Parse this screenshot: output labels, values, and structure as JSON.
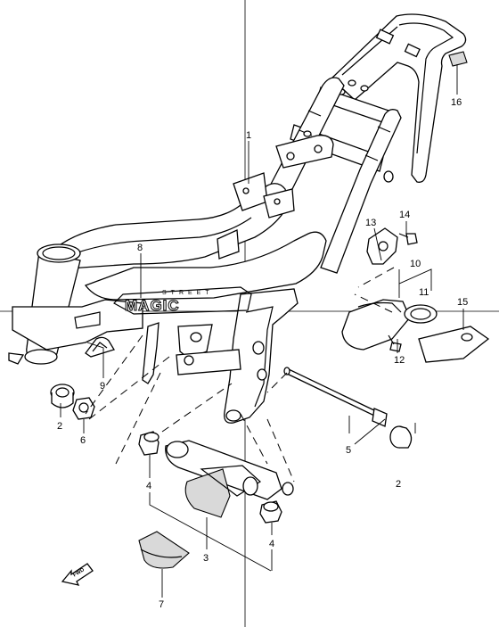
{
  "diagram": {
    "frame_text_small": "STREET",
    "frame_text_large": "MAGIC",
    "arrow_text": "FWD",
    "callouts": [
      {
        "id": "c1",
        "label": "1"
      },
      {
        "id": "c2a",
        "label": "2"
      },
      {
        "id": "c2b",
        "label": "2"
      },
      {
        "id": "c3",
        "label": "3"
      },
      {
        "id": "c4a",
        "label": "4"
      },
      {
        "id": "c4b",
        "label": "4"
      },
      {
        "id": "c5",
        "label": "5"
      },
      {
        "id": "c6",
        "label": "6"
      },
      {
        "id": "c7",
        "label": "7"
      },
      {
        "id": "c8",
        "label": "8"
      },
      {
        "id": "c9",
        "label": "9"
      },
      {
        "id": "c10",
        "label": "10"
      },
      {
        "id": "c11",
        "label": "11"
      },
      {
        "id": "c12",
        "label": "12"
      },
      {
        "id": "c13",
        "label": "13"
      },
      {
        "id": "c14",
        "label": "14"
      },
      {
        "id": "c15",
        "label": "15"
      },
      {
        "id": "c16",
        "label": "16"
      }
    ]
  },
  "colors": {
    "line": "#000000",
    "background": "#ffffff",
    "shade": "#d9d9d9"
  }
}
